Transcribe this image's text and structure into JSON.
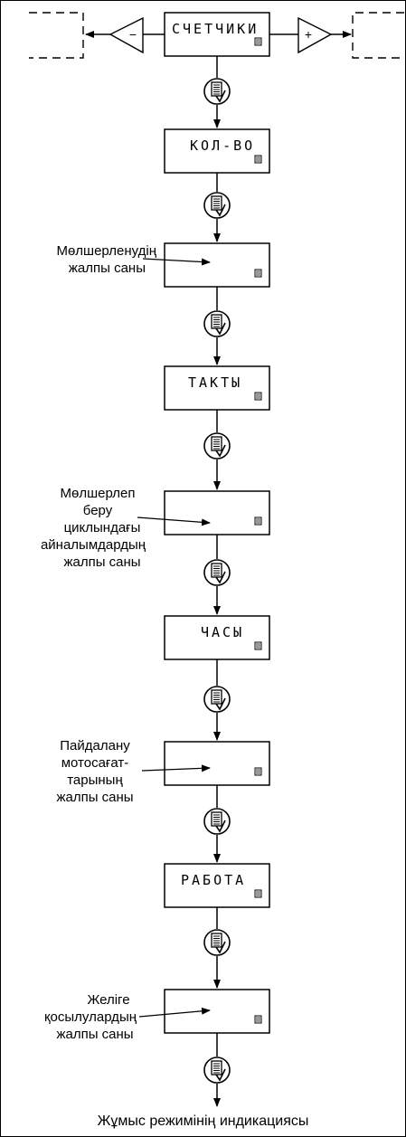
{
  "screens": [
    {
      "id": "counters",
      "text": "СЧЕТЧИКИ"
    },
    {
      "id": "dose-count",
      "text": "КОЛ-ВО"
    },
    {
      "id": "total-doses",
      "text": ""
    },
    {
      "id": "cycles",
      "text": "ТАКТЫ"
    },
    {
      "id": "total-cycles",
      "text": ""
    },
    {
      "id": "hours",
      "text": "ЧАСЫ"
    },
    {
      "id": "total-hours",
      "text": ""
    },
    {
      "id": "work",
      "text": "РАБОТА"
    },
    {
      "id": "total-connections",
      "text": ""
    }
  ],
  "nav": {
    "minus": "−",
    "plus": "+"
  },
  "labels": {
    "total_doses": [
      "Мөлшерленудің",
      "жалпы саны"
    ],
    "total_cycles": [
      "Мөлшерлеп",
      "беру",
      "циклындағы",
      "айналымдардың",
      "жалпы саны"
    ],
    "total_hours": [
      "Пайдалану",
      "мотосағат-",
      "тарының",
      "жалпы саны"
    ],
    "total_connections": [
      "Желіге",
      "қосылулардың",
      "жалпы саны"
    ],
    "footer": "Жұмыс режимінің индикациясы"
  }
}
